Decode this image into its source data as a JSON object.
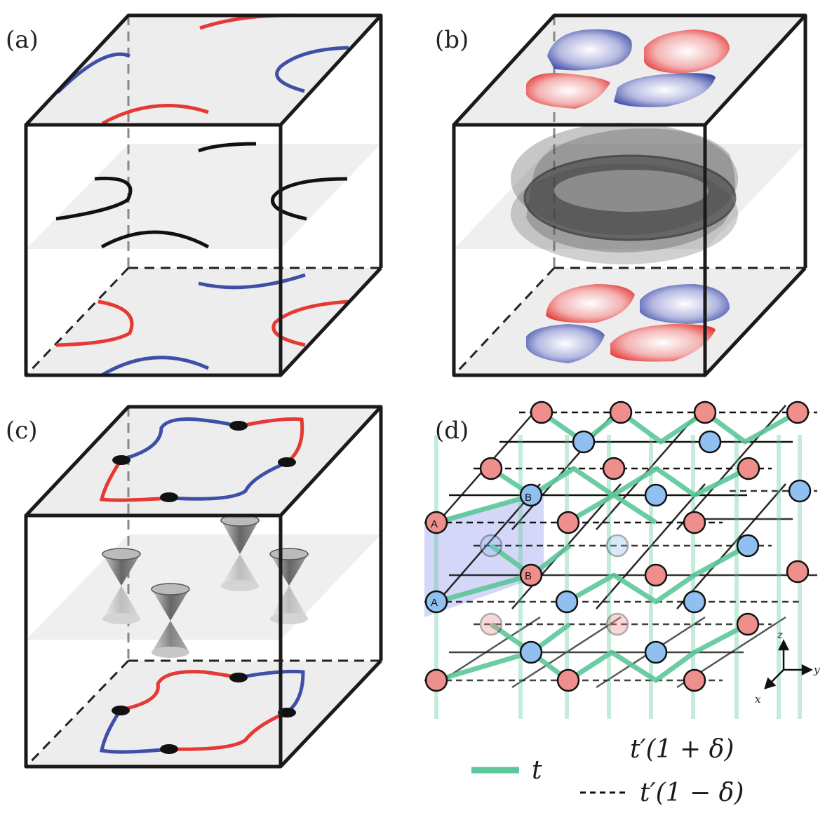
{
  "panels": {
    "a": {
      "label": "(a)"
    },
    "b": {
      "label": "(b)"
    },
    "c": {
      "label": "(c)"
    },
    "d": {
      "label": "(d)"
    }
  },
  "lattice": {
    "site_labels": {
      "A": "A",
      "B": "B"
    },
    "axes": {
      "z": "z",
      "y": "y",
      "x": "x"
    }
  },
  "legend": {
    "solid_label": "t",
    "plus_label": "t′(1 + δ)",
    "minus_label": "t′(1 − δ)"
  },
  "colors": {
    "red": "#e53935",
    "blue": "#3f4fa8",
    "green": "#5cc79a",
    "site_red": "#ee8f8c",
    "site_blue": "#8fc0ef",
    "plane": "#ececec"
  }
}
